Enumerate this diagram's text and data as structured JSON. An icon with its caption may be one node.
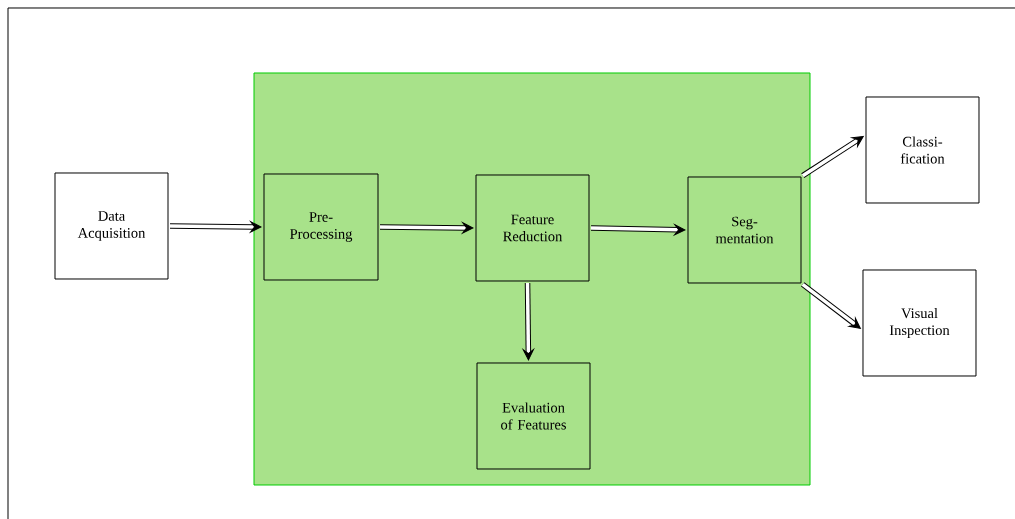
{
  "diagram": {
    "nodes": [
      {
        "text": [
          "Data Acquisition"
        ]
      },
      {
        "text": [],
        "shape": "box"
      },
      {
        "text": [
          "Pre-Processing"
        ],
        "in": 1
      },
      {
        "text": [
          "Feature Reduction"
        ],
        "in": 1
      },
      {
        "text": [
          "Evaluation of Features"
        ],
        "in": 1
      },
      {
        "text": [
          "Seg-mentation"
        ],
        "in": 1
      },
      {
        "text": [
          "Classi-fication"
        ]
      },
      {
        "text": [
          "Visual Inspection"
        ]
      }
    ],
    "edges": [
      {
        "from": 0,
        "to": 2,
        "arrow": "to"
      },
      {
        "from": 2,
        "to": 3,
        "arrow": "to"
      },
      {
        "from": 3,
        "to": 5,
        "arrow": "to"
      },
      {
        "from": 3,
        "to": 4,
        "arrow": "to"
      },
      {
        "from": 5,
        "to": 6,
        "arrow": "to"
      },
      {
        "from": 5,
        "to": 7,
        "arrow": "to"
      }
    ]
  }
}
